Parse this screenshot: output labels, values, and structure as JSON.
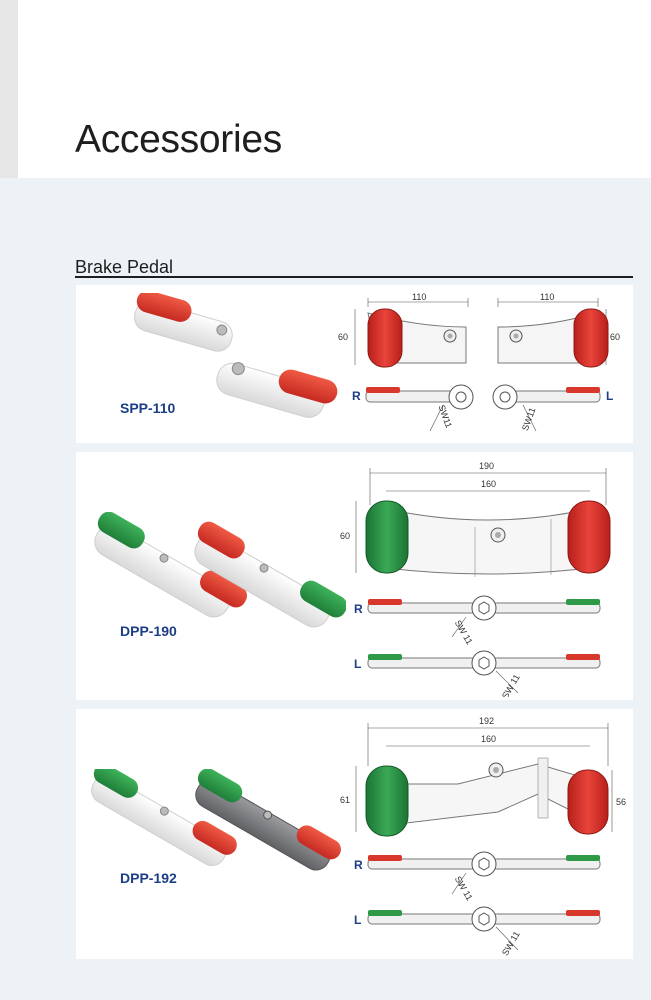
{
  "page": {
    "title": "Accessories"
  },
  "section": {
    "title": "Brake Pedal"
  },
  "products": [
    {
      "model": "SPP-110",
      "dims": {
        "width": "110",
        "height": "60"
      },
      "sides": {
        "right": "R",
        "left": "L"
      },
      "wrench": "SW11"
    },
    {
      "model": "DPP-190",
      "dims": {
        "overall": "190",
        "center": "160",
        "height": "60"
      },
      "sides": {
        "right": "R",
        "left": "L"
      },
      "wrench": "SW 11"
    },
    {
      "model": "DPP-192",
      "dims": {
        "overall": "192",
        "center": "160",
        "height_left": "61",
        "height_right": "56"
      },
      "sides": {
        "right": "R",
        "left": "L"
      },
      "wrench": "SW 11"
    }
  ],
  "colors": {
    "red_pad": "#d8372c",
    "green_pad": "#2e9a48",
    "brand_blue": "#1c3e86",
    "body_white": "#f2f2f2",
    "body_gray": "#7b7d80"
  }
}
